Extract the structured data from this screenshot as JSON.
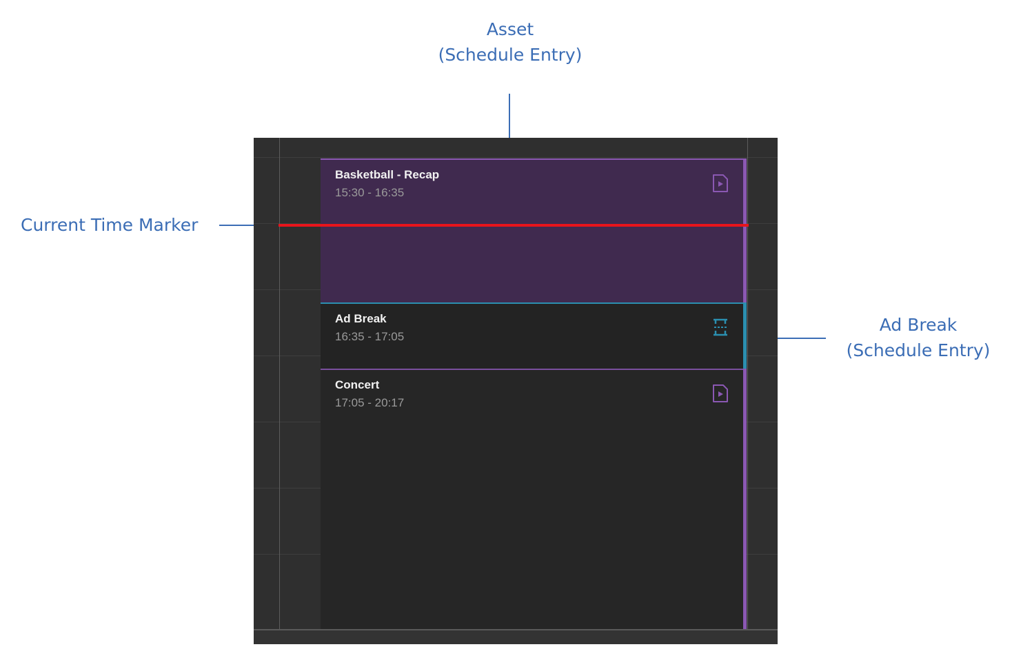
{
  "annotations": {
    "asset": {
      "line1": "Asset",
      "line2": "(Schedule Entry)"
    },
    "current_time": {
      "label": "Current Time Marker"
    },
    "ad_break": {
      "line1": "Ad Break",
      "line2": "(Schedule Entry)"
    },
    "color": "#3b6db5"
  },
  "schedule": {
    "background": "#2f2f2f",
    "current_time_marker_color": "#e8141b",
    "entries": [
      {
        "kind": "asset",
        "title": "Basketball - Recap",
        "time": "15:30 - 16:35",
        "icon": "video-file-icon",
        "color": "#8b58b3",
        "active": true
      },
      {
        "kind": "ad-break",
        "title": "Ad Break",
        "time": "16:35 - 17:05",
        "icon": "ad-break-icon",
        "color": "#2b8fb0"
      },
      {
        "kind": "asset",
        "title": "Concert",
        "time": "17:05 - 20:17",
        "icon": "video-file-icon",
        "color": "#8b58b3"
      }
    ]
  }
}
